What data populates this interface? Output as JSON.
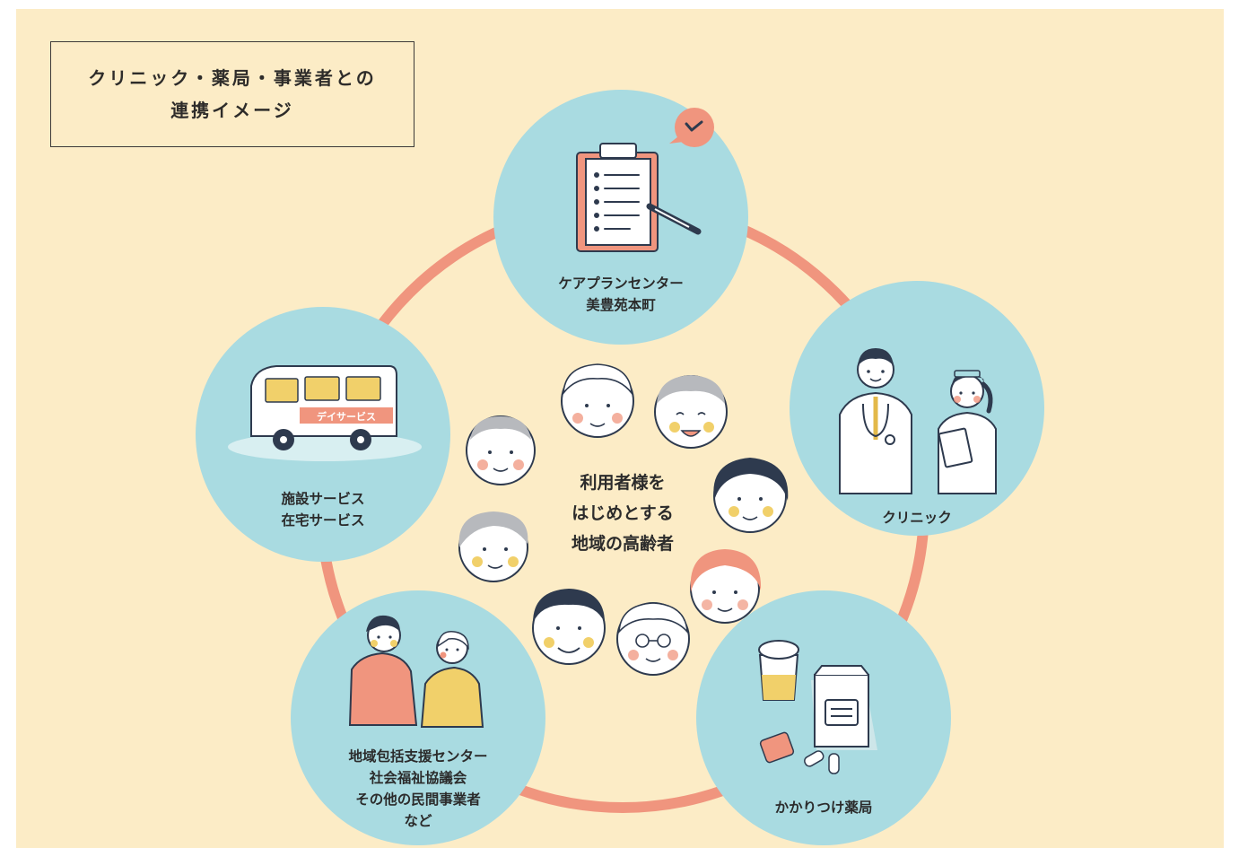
{
  "title": {
    "line1": "クリニック・薬局・事業者との",
    "line2": "連携イメージ"
  },
  "center": {
    "line1": "利用者様を",
    "line2": "はじめとする",
    "line3": "地域の高齢者"
  },
  "nodes": {
    "care_plan": {
      "line1": "ケアプランセンター",
      "line2": "美豊苑本町"
    },
    "clinic": {
      "line1": "クリニック"
    },
    "pharmacy": {
      "line1": "かかりつけ薬局"
    },
    "community": {
      "line1": "地域包括支援センター",
      "line2": "社会福祉協議会",
      "line3": "その他の民間事業者",
      "line4": "など"
    },
    "facility": {
      "line1": "施設サービス",
      "line2": "在宅サービス"
    }
  },
  "van_sign": "デイサービス",
  "colors": {
    "background": "#fcecc6",
    "ring": "#f0957e",
    "circle": "#a9dbe1",
    "accent_yellow": "#f1d06a",
    "ink": "#2e3a4e"
  }
}
